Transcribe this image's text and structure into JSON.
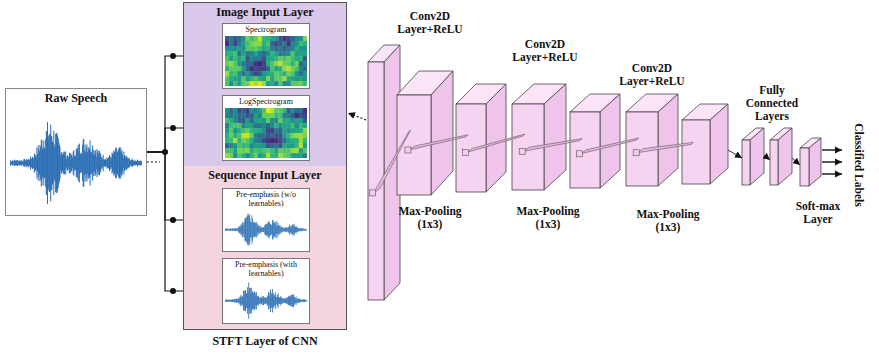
{
  "diagram": {
    "nodes": [
      {
        "text": [
          "Raw Speech"
        ]
      },
      {
        "text": [
          "STFT Layer of CNN"
        ]
      },
      {
        "text": [
          "Image Input Layer"
        ],
        "in": 1
      },
      {
        "text": [
          "Spectrogram"
        ],
        "in": 2
      },
      {
        "text": [
          "LogSpectrogram"
        ],
        "in": 2
      },
      {
        "text": [
          "Sequence Input Layer"
        ],
        "in": 1
      },
      {
        "text": [
          "Pre-emphasis (w/o learnables)"
        ],
        "in": 5
      },
      {
        "text": [
          "Pre-emphasis (with learnables)"
        ],
        "in": 5
      }
    ],
    "edges": [
      {
        "from": 0,
        "to": 3,
        "arrow": "to"
      },
      {
        "from": 0,
        "to": 4,
        "arrow": "to"
      },
      {
        "from": 0,
        "to": 6,
        "arrow": "to"
      },
      {
        "from": 0,
        "to": 7,
        "arrow": "to"
      }
    ],
    "labels": [
      "Conv2D Layer+ReLU",
      "Conv2D Layer+ReLU",
      "Conv2D Layer+ReLU",
      "Max-Pooling (1x3)",
      "Max-Pooling (1x3)",
      "Max-Pooling (1x3)",
      "Fully Connected Layers",
      "Soft-max Layer",
      "Classified Labels"
    ]
  }
}
